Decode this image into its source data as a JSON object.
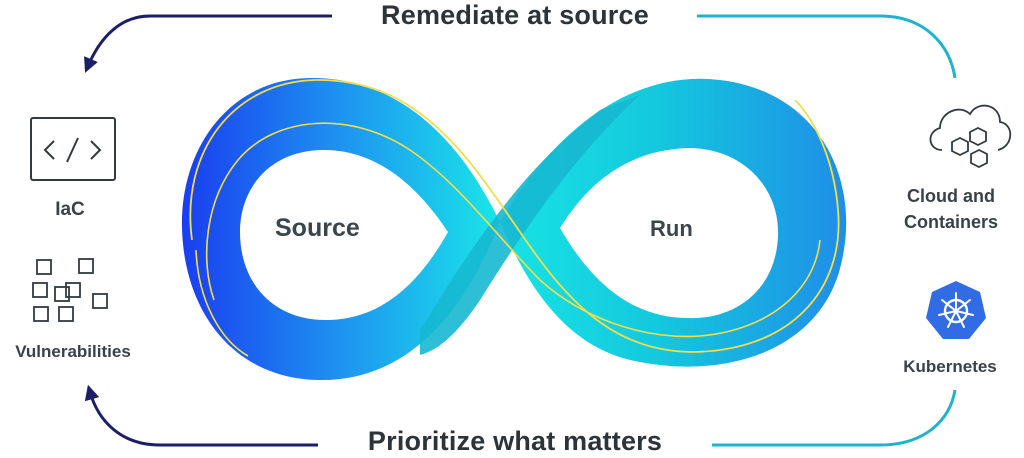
{
  "headings": {
    "top": "Remediate at source",
    "bottom": "Prioritize what matters"
  },
  "loop": {
    "left_label": "Source",
    "right_label": "Run"
  },
  "left_items": [
    {
      "label": "IaC",
      "icon": "code-window-icon"
    },
    {
      "label": "Vulnerabilities",
      "icon": "vulnerability-grid-icon"
    }
  ],
  "right_items": [
    {
      "label_lines": [
        "Cloud and",
        "Containers"
      ],
      "icon": "cloud-containers-icon"
    },
    {
      "label": "Kubernetes",
      "icon": "kubernetes-icon"
    }
  ],
  "colors": {
    "arrow_dark": "#1c1f66",
    "arrow_teal": "#1fb3cf",
    "loop_blue": "#1a3df0",
    "loop_cyan": "#19f0e8",
    "loop_teal": "#11a9c4",
    "outline_yellow": "#f2dd4b",
    "kubernetes_blue": "#326ce5"
  }
}
